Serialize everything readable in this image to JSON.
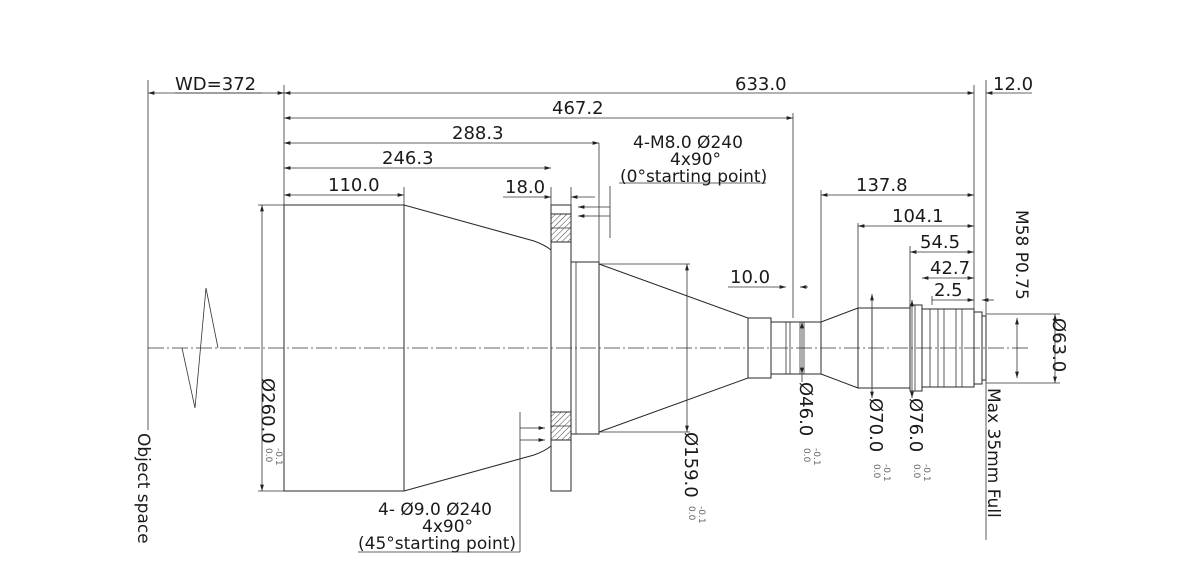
{
  "drawing": {
    "dimensions": {
      "wd": "WD=372",
      "total_length": "633.0",
      "flange_back": "12.0",
      "d467": "467.2",
      "d288": "288.3",
      "d246": "246.3",
      "d110": "110.0",
      "d18": "18.0",
      "d10": "10.0",
      "d137": "137.8",
      "d104": "104.1",
      "d54": "54.5",
      "d42": "42.7",
      "d2": "2.5"
    },
    "diameters": {
      "d260": "Ø260.0",
      "d159": "Ø159.0",
      "d46": "Ø46.0",
      "d70": "Ø70.0",
      "d76": "Ø76.0",
      "d63": "Ø63.0"
    },
    "tolerance": {
      "upper": "0.0",
      "lower": "-0.1"
    },
    "notes": {
      "top_holes": [
        "4-M8.0 Ø240",
        "4x90°",
        "(0°starting point)"
      ],
      "bottom_holes": [
        "4- Ø9.0 Ø240",
        "4x90°",
        "(45°starting point)"
      ],
      "thread": "M58 P0.75",
      "sensor": "Max 35mm Full",
      "object_space": "Object space"
    }
  }
}
